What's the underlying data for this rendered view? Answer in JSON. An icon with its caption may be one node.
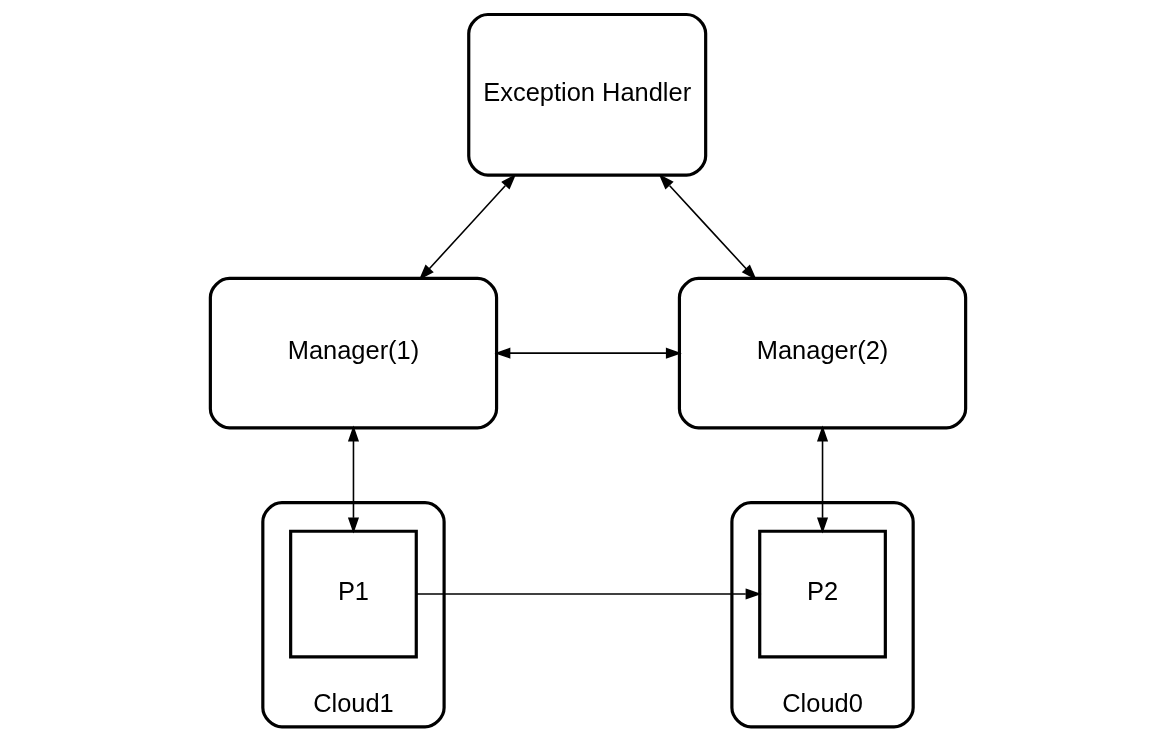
{
  "diagram": {
    "nodes": [
      {
        "text": [
          "Exception Handler"
        ]
      },
      {
        "text": [
          "Manager(1)"
        ]
      },
      {
        "text": [
          "Manager(2)"
        ]
      },
      {
        "text": [
          "Cloud1"
        ]
      },
      {
        "text": [
          "P1"
        ],
        "in": 3
      },
      {
        "text": [
          "Cloud0"
        ]
      },
      {
        "text": [
          "P2"
        ],
        "in": 5
      }
    ],
    "edges": [
      {
        "from": 0,
        "to": 1,
        "arrow": "both"
      },
      {
        "from": 0,
        "to": 2,
        "arrow": "both"
      },
      {
        "from": 1,
        "to": 2,
        "arrow": "both"
      },
      {
        "from": 1,
        "to": 4,
        "arrow": "both"
      },
      {
        "from": 2,
        "to": 6,
        "arrow": "both"
      },
      {
        "from": 4,
        "to": 6,
        "arrow": "to"
      }
    ]
  }
}
